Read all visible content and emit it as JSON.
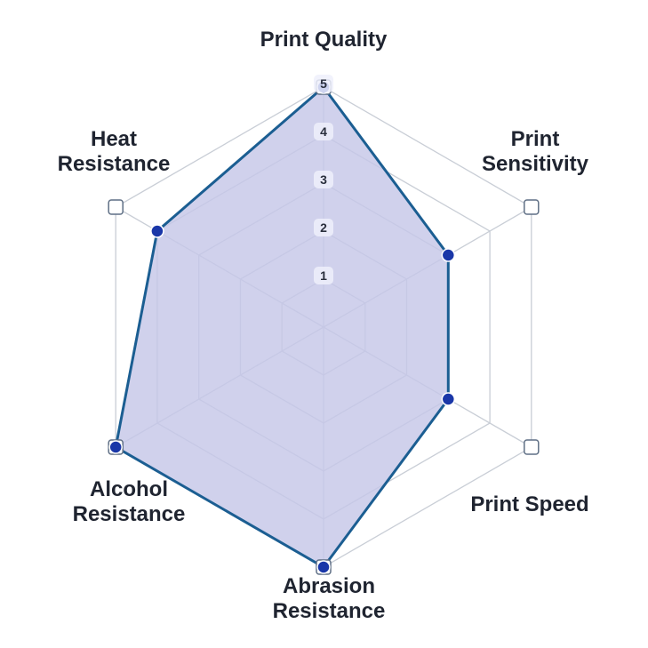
{
  "chart_data": {
    "type": "radar",
    "axes": [
      "Print Quality",
      "Print Sensitivity",
      "Print Speed",
      "Abrasion Resistance",
      "Alcohol Resistance",
      "Heat Resistance"
    ],
    "axis_label_lines": [
      [
        "Print Quality"
      ],
      [
        "Print",
        "Sensitivity"
      ],
      [
        "Print Speed"
      ],
      [
        "Abrasion",
        "Resistance"
      ],
      [
        "Alcohol",
        "Resistance"
      ],
      [
        "Heat",
        "Resistance"
      ]
    ],
    "range": [
      0,
      5
    ],
    "ticks": [
      "1",
      "2",
      "3",
      "4",
      "5"
    ],
    "grid": true,
    "series": [
      {
        "values": [
          5,
          3,
          3,
          5,
          5,
          4
        ]
      }
    ]
  },
  "colors": {
    "fill": "#c6c7e8",
    "fill_opacity": 0.82,
    "stroke": "#1b5e92",
    "point": "#1a37a8",
    "tick_bg": "#eef0fb"
  }
}
